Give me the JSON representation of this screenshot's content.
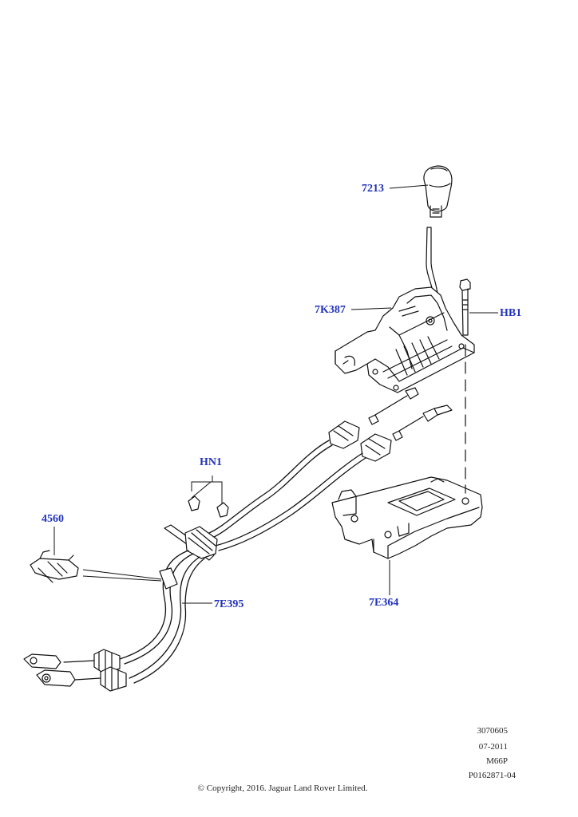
{
  "callouts": {
    "knob": "7213",
    "shifter": "7K387",
    "bolt": "HB1",
    "nuts": "HN1",
    "clip": "4560",
    "cable": "7E395",
    "bracket": "7E364"
  },
  "reference": {
    "line1": "3070605",
    "line2": "07-2011",
    "line3": "M66P",
    "line4": "P0162871-04"
  },
  "copyright": "© Copyright, 2016. Jaguar Land Rover Limited.",
  "colors": {
    "callout": "#2233bb",
    "line": "#000000"
  }
}
